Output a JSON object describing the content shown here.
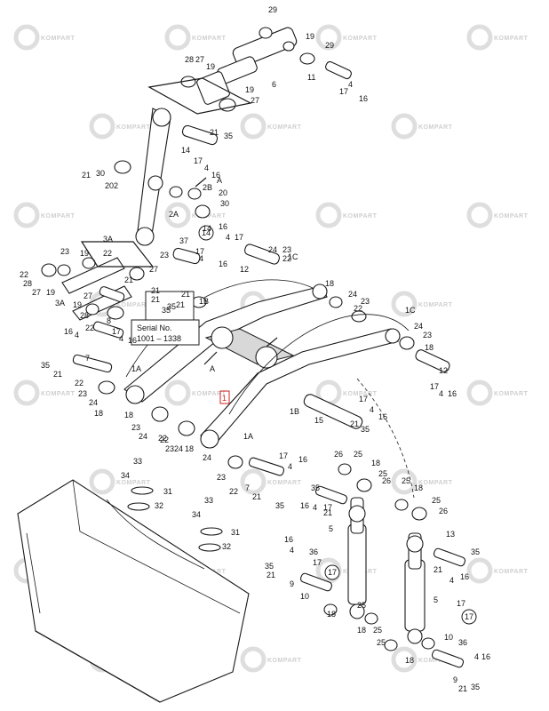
{
  "watermark": {
    "text": "KOMPART"
  },
  "callouts": [
    {
      "id": "c29a",
      "text": "29"
    },
    {
      "id": "c19a",
      "text": "19"
    },
    {
      "id": "c29b",
      "text": "29"
    },
    {
      "id": "c28a",
      "text": "28"
    },
    {
      "id": "c27a",
      "text": "27"
    },
    {
      "id": "c19b",
      "text": "19"
    },
    {
      "id": "c6",
      "text": "6"
    },
    {
      "id": "c11",
      "text": "11"
    },
    {
      "id": "c17a",
      "text": "17"
    },
    {
      "id": "c4a",
      "text": "4"
    },
    {
      "id": "c16a",
      "text": "16"
    },
    {
      "id": "c19c",
      "text": "19"
    },
    {
      "id": "c27b",
      "text": "27"
    },
    {
      "id": "c28b",
      "text": "28"
    },
    {
      "id": "c21a",
      "text": "21"
    },
    {
      "id": "c35a",
      "text": "35"
    },
    {
      "id": "c14",
      "text": "14"
    },
    {
      "id": "c17b",
      "text": "17"
    },
    {
      "id": "c4b",
      "text": "4"
    },
    {
      "id": "c16b",
      "text": "16"
    },
    {
      "id": "c30a",
      "text": "30"
    },
    {
      "id": "c20a",
      "text": "20"
    },
    {
      "id": "cA1",
      "text": "A"
    },
    {
      "id": "c2B",
      "text": "2B"
    },
    {
      "id": "c20b",
      "text": "20"
    },
    {
      "id": "c2A",
      "text": "2A"
    },
    {
      "id": "c30b",
      "text": "30"
    },
    {
      "id": "c21b",
      "text": "21"
    },
    {
      "id": "c2",
      "text": "2"
    },
    {
      "id": "c37",
      "text": "37"
    },
    {
      "id": "c14c",
      "text": "14"
    },
    {
      "id": "c16c",
      "text": "16"
    },
    {
      "id": "c4c",
      "text": "4"
    },
    {
      "id": "c17c",
      "text": "17"
    },
    {
      "id": "c24a",
      "text": "24"
    },
    {
      "id": "c23a",
      "text": "23"
    },
    {
      "id": "c22a",
      "text": "22"
    },
    {
      "id": "c3A",
      "text": "3A"
    },
    {
      "id": "c23b",
      "text": "23"
    },
    {
      "id": "c19d",
      "text": "19"
    },
    {
      "id": "c22b",
      "text": "22"
    },
    {
      "id": "c17d",
      "text": "17"
    },
    {
      "id": "c16d",
      "text": "16"
    },
    {
      "id": "c4d",
      "text": "4"
    },
    {
      "id": "c12a",
      "text": "12"
    },
    {
      "id": "c1C",
      "text": "1C"
    },
    {
      "id": "c22c",
      "text": "22"
    },
    {
      "id": "c28c",
      "text": "28"
    },
    {
      "id": "c27c",
      "text": "27"
    },
    {
      "id": "c19e",
      "text": "19"
    },
    {
      "id": "c3Ab",
      "text": "3A"
    },
    {
      "id": "c27d",
      "text": "27"
    },
    {
      "id": "c19f",
      "text": "19"
    },
    {
      "id": "c28d",
      "text": "28"
    },
    {
      "id": "c21c",
      "text": "21"
    },
    {
      "id": "c27e",
      "text": "27"
    },
    {
      "id": "c23c",
      "text": "23"
    },
    {
      "id": "c22d",
      "text": "22"
    },
    {
      "id": "c8",
      "text": "8"
    },
    {
      "id": "c17e",
      "text": "17"
    },
    {
      "id": "c4e",
      "text": "4"
    },
    {
      "id": "c16e",
      "text": "16"
    },
    {
      "id": "c21d",
      "text": "21"
    },
    {
      "id": "c35b",
      "text": "35"
    },
    {
      "id": "c21e",
      "text": "21"
    },
    {
      "id": "c1B",
      "text": "1B"
    },
    {
      "id": "c18a",
      "text": "18"
    },
    {
      "id": "c24b",
      "text": "24"
    },
    {
      "id": "c23d",
      "text": "23"
    },
    {
      "id": "c22e",
      "text": "22"
    },
    {
      "id": "c1Cb",
      "text": "1C"
    },
    {
      "id": "c16f",
      "text": "16"
    },
    {
      "id": "c4f",
      "text": "4"
    },
    {
      "id": "c7a",
      "text": "7"
    },
    {
      "id": "c35c",
      "text": "35"
    },
    {
      "id": "c21f",
      "text": "21"
    },
    {
      "id": "c1A",
      "text": "1A"
    },
    {
      "id": "c22f",
      "text": "22"
    },
    {
      "id": "c23e",
      "text": "23"
    },
    {
      "id": "c24c",
      "text": "24"
    },
    {
      "id": "c18b",
      "text": "18"
    },
    {
      "id": "cA2",
      "text": "A"
    },
    {
      "id": "c18c",
      "text": "18"
    },
    {
      "id": "c23f",
      "text": "23"
    },
    {
      "id": "c24d",
      "text": "24"
    },
    {
      "id": "c22g",
      "text": "22"
    },
    {
      "id": "c12b",
      "text": "12"
    },
    {
      "id": "c17f",
      "text": "17"
    },
    {
      "id": "c4g",
      "text": "4"
    },
    {
      "id": "c16g",
      "text": "16"
    },
    {
      "id": "c24e",
      "text": "24"
    },
    {
      "id": "c23g",
      "text": "23"
    },
    {
      "id": "c18d",
      "text": "18"
    },
    {
      "id": "c22h",
      "text": "22"
    },
    {
      "id": "c23h",
      "text": "23"
    },
    {
      "id": "c24f",
      "text": "24"
    },
    {
      "id": "c18e",
      "text": "18"
    },
    {
      "id": "c1Bb",
      "text": "1B"
    },
    {
      "id": "c15",
      "text": "15"
    },
    {
      "id": "c17g",
      "text": "17"
    },
    {
      "id": "c4h",
      "text": "4"
    },
    {
      "id": "c16h",
      "text": "16"
    },
    {
      "id": "c21g",
      "text": "21"
    },
    {
      "id": "c35d",
      "text": "35"
    },
    {
      "id": "c1Ab",
      "text": "1A"
    },
    {
      "id": "c24g",
      "text": "24"
    },
    {
      "id": "c23i",
      "text": "23"
    },
    {
      "id": "c22i",
      "text": "22"
    },
    {
      "id": "c7b",
      "text": "7"
    },
    {
      "id": "c17h",
      "text": "17"
    },
    {
      "id": "c4i",
      "text": "4"
    },
    {
      "id": "c16i",
      "text": "16"
    },
    {
      "id": "c21h",
      "text": "21"
    },
    {
      "id": "c35e",
      "text": "35"
    },
    {
      "id": "c26a",
      "text": "26"
    },
    {
      "id": "c25a",
      "text": "25"
    },
    {
      "id": "c18f",
      "text": "18"
    },
    {
      "id": "c25b",
      "text": "25"
    },
    {
      "id": "c26b",
      "text": "26"
    },
    {
      "id": "c25c",
      "text": "25"
    },
    {
      "id": "c18g",
      "text": "18"
    },
    {
      "id": "c25d",
      "text": "25"
    },
    {
      "id": "c26c",
      "text": "26"
    },
    {
      "id": "c35f",
      "text": "35"
    },
    {
      "id": "c16j",
      "text": "16"
    },
    {
      "id": "c4j",
      "text": "4"
    },
    {
      "id": "c17i",
      "text": "17"
    },
    {
      "id": "c21i",
      "text": "21"
    },
    {
      "id": "c33a",
      "text": "33"
    },
    {
      "id": "c34a",
      "text": "34"
    },
    {
      "id": "c31a",
      "text": "31"
    },
    {
      "id": "c32a",
      "text": "32"
    },
    {
      "id": "c33b",
      "text": "33"
    },
    {
      "id": "c34b",
      "text": "34"
    },
    {
      "id": "c31b",
      "text": "31"
    },
    {
      "id": "c32b",
      "text": "32"
    },
    {
      "id": "c5a",
      "text": "5"
    },
    {
      "id": "c16k",
      "text": "16"
    },
    {
      "id": "c4k",
      "text": "4"
    },
    {
      "id": "c36a",
      "text": "36"
    },
    {
      "id": "c17j",
      "text": "17"
    },
    {
      "id": "c35g",
      "text": "35"
    },
    {
      "id": "c21j",
      "text": "21"
    },
    {
      "id": "c9a",
      "text": "9"
    },
    {
      "id": "c10a",
      "text": "10"
    },
    {
      "id": "c18h",
      "text": "18"
    },
    {
      "id": "c25e",
      "text": "25"
    },
    {
      "id": "c18i",
      "text": "18"
    },
    {
      "id": "c25f",
      "text": "25"
    },
    {
      "id": "c13",
      "text": "13"
    },
    {
      "id": "c35h",
      "text": "35"
    },
    {
      "id": "c21k",
      "text": "21"
    },
    {
      "id": "c4l",
      "text": "4"
    },
    {
      "id": "c16l",
      "text": "16"
    },
    {
      "id": "c5b",
      "text": "5"
    },
    {
      "id": "c17k",
      "text": "17"
    },
    {
      "id": "c25g",
      "text": "25"
    },
    {
      "id": "c18j",
      "text": "18"
    },
    {
      "id": "c10b",
      "text": "10"
    },
    {
      "id": "c36b",
      "text": "36"
    },
    {
      "id": "c4m",
      "text": "4"
    },
    {
      "id": "c16m",
      "text": "16"
    },
    {
      "id": "c9b",
      "text": "9"
    },
    {
      "id": "c21l",
      "text": "21"
    },
    {
      "id": "c35i",
      "text": "35"
    }
  ],
  "highlighted_callout": {
    "text": "1"
  },
  "serial_box": {
    "line1": "Serial No.",
    "line2": "1001 – 1338",
    "part_a": "21",
    "part_b": "35",
    "part_c": "21"
  },
  "circled_refs": [
    {
      "text": "14"
    },
    {
      "text": "17"
    },
    {
      "text": "17"
    }
  ]
}
